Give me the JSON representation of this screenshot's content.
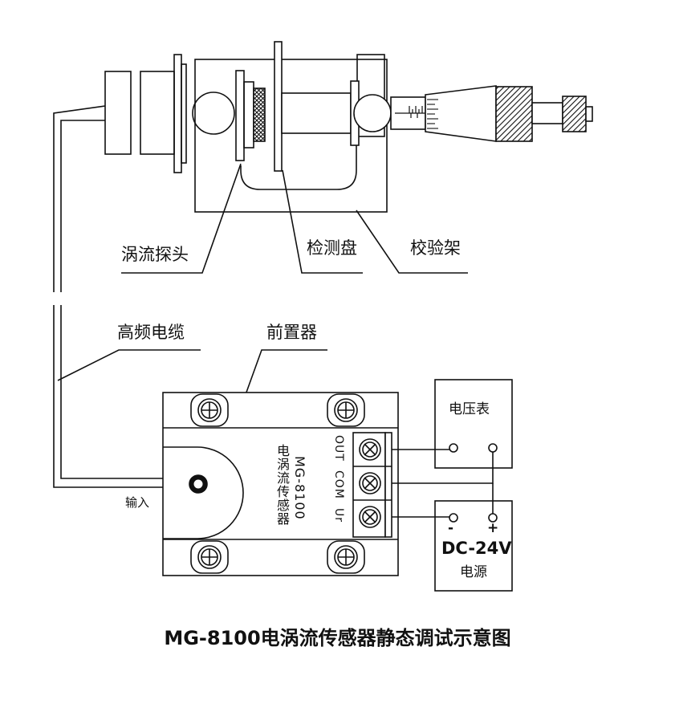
{
  "labels": {
    "probe": "涡流探头",
    "disc": "检测盘",
    "fixture": "校验架",
    "cable": "高频电缆",
    "preamp": "前置器",
    "voltmeter": "电压表",
    "input": "输入",
    "module_name": "电涡流传感器",
    "model": "MG-8100",
    "terminals": [
      "OUT",
      "COM",
      "Ur"
    ],
    "minus": "-",
    "plus": "+",
    "supply_voltage": "DC-24V",
    "supply": "电源"
  },
  "caption": "MG-8100电涡流传感器静态调试示意图",
  "colors": {
    "line": "#111111",
    "background": "#ffffff"
  }
}
